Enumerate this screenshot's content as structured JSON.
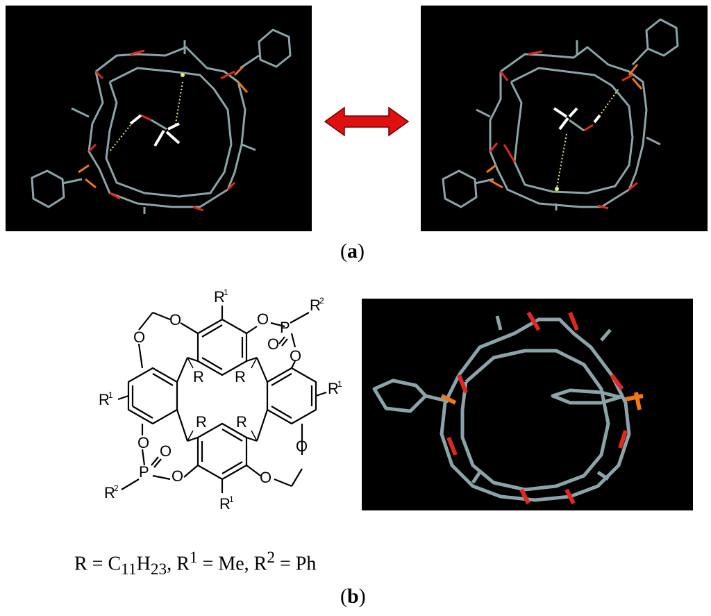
{
  "panel_a": {
    "label_open": "(",
    "label_letter": "a",
    "label_close": ")"
  },
  "panel_b": {
    "label_open": "(",
    "label_letter": "b",
    "label_close": ")",
    "formula": {
      "r": "R = C",
      "r_sub1": "11",
      "r_mid": "H",
      "r_sub2": "23",
      "r1_text": ", R",
      "r1_sup": "1",
      "r1_val": " = Me, R",
      "r2_sup": "2",
      "r2_val": " = Ph"
    },
    "structure_labels": {
      "R": "R",
      "R1": "R",
      "R1_sup": "1",
      "R2": "R",
      "R2_sup": "2",
      "O": "O",
      "P": "P"
    }
  },
  "colors": {
    "panel_bg": "#000000",
    "bond_grey": "#8aa4aa",
    "oxygen_red": "#e0281c",
    "phosphorus_orange": "#f07818",
    "hydrogen_white": "#ffffff",
    "hbond_yellow": "#e6f060",
    "arrow_red": "#e01010"
  }
}
